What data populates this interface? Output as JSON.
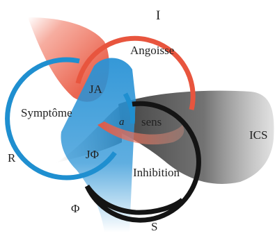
{
  "labels": {
    "real": "I",
    "symbolic": "S",
    "imaginary": "R",
    "phi": "Φ",
    "ics": "ICS",
    "angoisse": "Angoisse",
    "symptome": "Symptôme",
    "inhibition": "Inhibition",
    "ja": "JA",
    "jphi": "JΦ",
    "object_a": "a",
    "sens": "sens"
  },
  "colors": {
    "red_ring": "#e8553e",
    "blue_ring": "#1f8fd0",
    "black_ring": "#141414",
    "red_field": "#ef6a52",
    "blue_field": "#2a93d6",
    "dark_field": "#4a4a4a",
    "text": "#222222"
  }
}
